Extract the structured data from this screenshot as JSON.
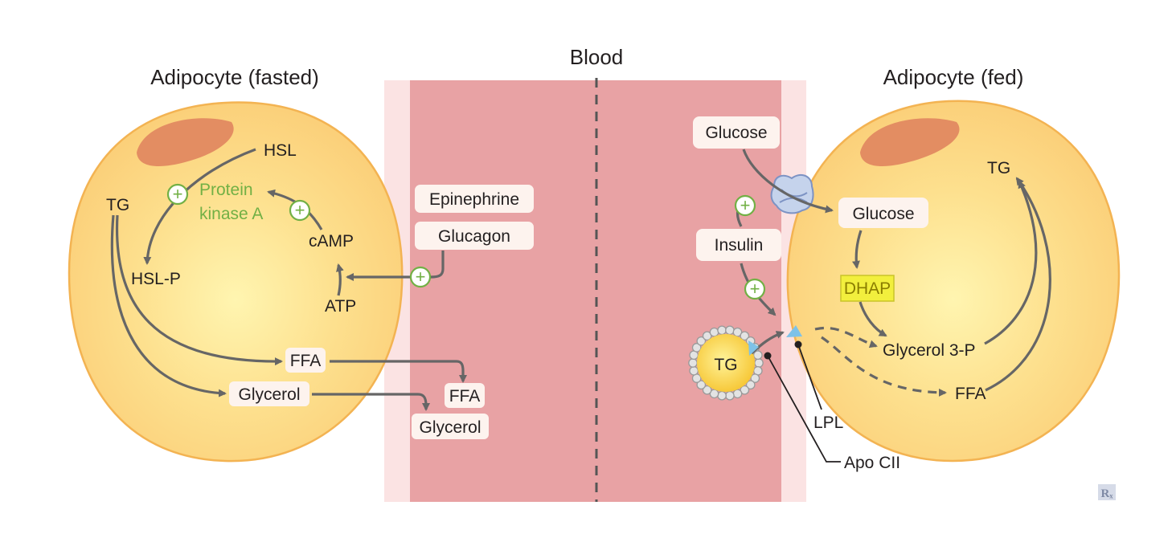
{
  "title_blood": "Blood",
  "left_cell": {
    "title": "Adipocyte (fasted)",
    "hsl": "HSL",
    "pka_line1": "Protein",
    "pka_line2": "kinase A",
    "tg": "TG",
    "camp": "cAMP",
    "hsl_p": "HSL-P",
    "atp": "ATP",
    "ffa": "FFA",
    "glycerol": "Glycerol"
  },
  "blood_left": {
    "epinephrine": "Epinephrine",
    "glucagon": "Glucagon",
    "ffa": "FFA",
    "glycerol": "Glycerol"
  },
  "blood_right": {
    "glucose": "Glucose",
    "insulin": "Insulin",
    "tg": "TG"
  },
  "right_cell": {
    "title": "Adipocyte (fed)",
    "tg": "TG",
    "glucose": "Glucose",
    "dhap": "DHAP",
    "glycerol3p": "Glycerol 3-P",
    "ffa": "FFA"
  },
  "callouts": {
    "lpl": "LPL",
    "apocii": "Apo CII"
  },
  "logo": "Rₓ",
  "symbols": {
    "stimulate": "+"
  },
  "colors": {
    "cell_fill": "#fbd47e",
    "cell_stroke": "#f3b352",
    "nucleus": "#e38d62",
    "blood": "#e8a2a4",
    "vessel_wall": "#fbe3e3",
    "label_box": "#fdf3ee",
    "arrow": "#666666",
    "stimulation_green": "#72b045",
    "dhap_highlight": "#f2ef3d"
  }
}
